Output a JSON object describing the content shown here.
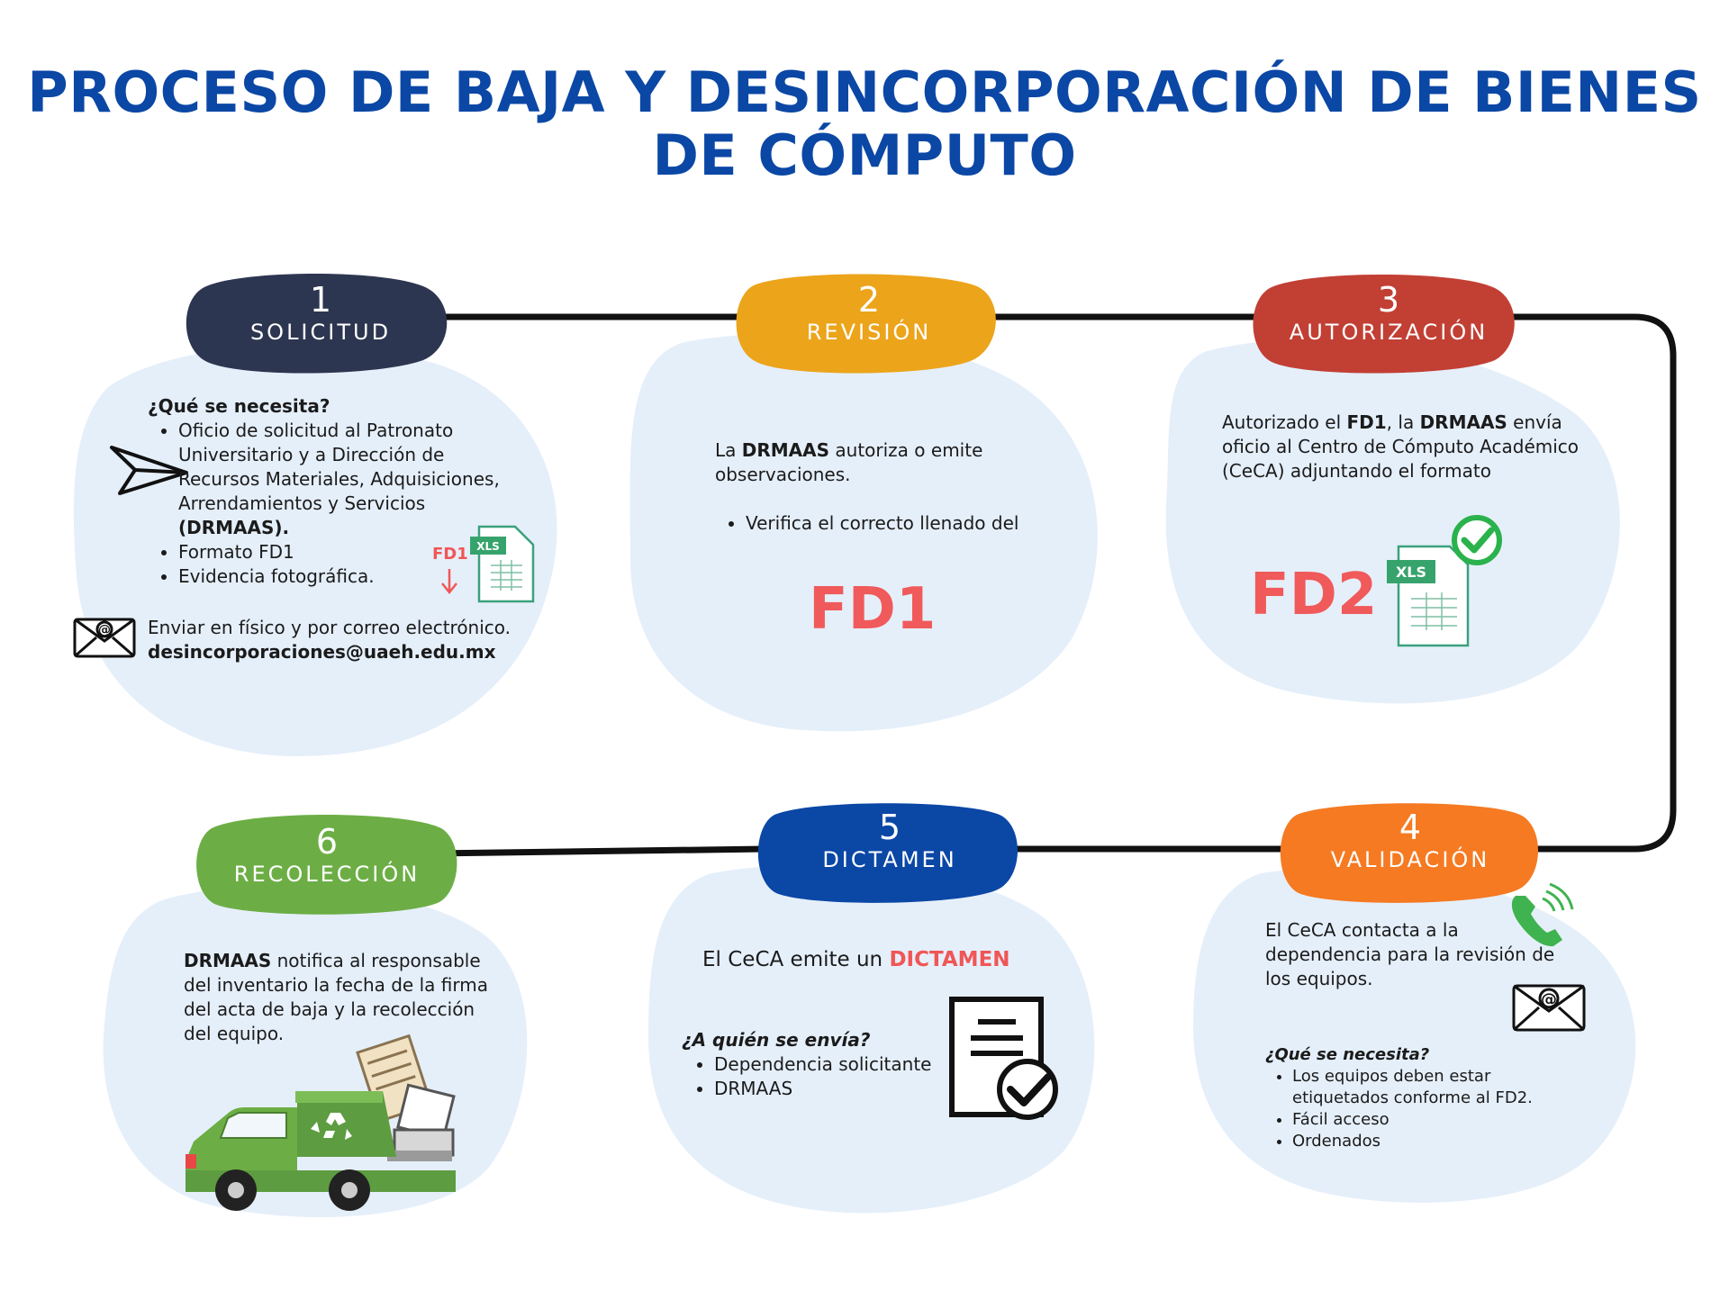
{
  "title": {
    "line1": "PROCESO DE BAJA Y DESINCORPORACIÓN DE BIENES",
    "line2": "DE CÓMPUTO"
  },
  "steps": {
    "s1": {
      "number": "1",
      "label": "SOLICITUD",
      "color": "#2d3650",
      "heading": "¿Qué se necesita?",
      "items": [
        "Oficio de solicitud al Patronato Universitario y a Dirección de Recursos Materiales, Adquisiciones, Arrendamientos y Servicios",
        "Formato FD1",
        "Evidencia fotográfica."
      ],
      "item_bold": "(DRMAAS).",
      "file_label": "FD1",
      "file_badge": "XLS",
      "send_text": "Enviar en físico y por correo electrónico.",
      "email": "desincorporaciones@uaeh.edu.mx"
    },
    "s2": {
      "number": "2",
      "label": "REVISIÓN",
      "color": "#eca41b",
      "text_bold": "DRMAAS",
      "text_pre": "La ",
      "text_post": " autoriza o emite observaciones.",
      "bullet": "Verifica el correcto llenado del",
      "big": "FD1"
    },
    "s3": {
      "number": "3",
      "label": "AUTORIZACIÓN",
      "color": "#c23f34",
      "t1": "Autorizado el ",
      "t1b": "FD1",
      "t2": ", la ",
      "t2b": "DRMAAS",
      "t3": " envía oficio al Centro de Cómputo Académico (CeCA)  adjuntando el formato",
      "big": "FD2",
      "file_badge": "XLS"
    },
    "s4": {
      "number": "4",
      "label": "VALIDACIÓN",
      "color": "#f57a22",
      "text": "El CeCA contacta a la dependencia para la revisión de los equipos.",
      "heading": "¿Qué se necesita?",
      "items": [
        "Los equipos deben estar etiquetados conforme al FD2.",
        "Fácil acceso",
        "Ordenados"
      ]
    },
    "s5": {
      "number": "5",
      "label": "DICTAMEN",
      "color": "#0b47a5",
      "text": "El CeCA emite un ",
      "text_red": "DICTAMEN",
      "heading": "¿A quién se envía?",
      "items": [
        "Dependencia solicitante",
        "DRMAAS"
      ]
    },
    "s6": {
      "number": "6",
      "label": "RECOLECCIÓN",
      "color": "#6cae45",
      "text_bold": "DRMAAS",
      "text": "  notifica al responsable del inventario la fecha de la firma del acta de baja y la recolección del equipo."
    }
  },
  "colors": {
    "blob": "#e5effa",
    "line": "#111111",
    "title": "#0b47a5"
  }
}
